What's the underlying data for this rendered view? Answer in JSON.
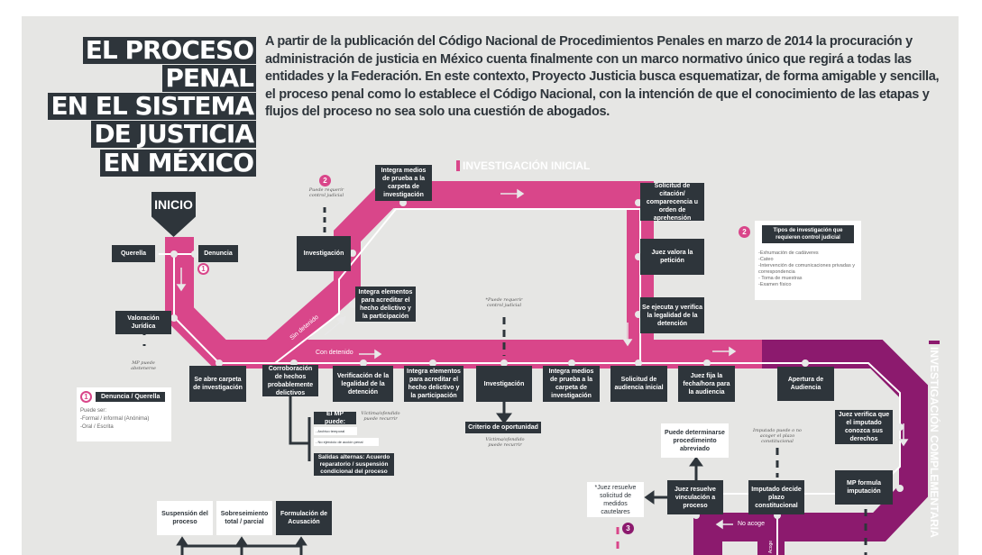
{
  "title_lines": [
    "EL PROCESO",
    "PENAL",
    "EN EL SISTEMA",
    "DE JUSTICIA",
    "EN MÉXICO"
  ],
  "intro": "A partir de la publicación del Código Nacional de Procedimientos Penales en marzo de 2014  la procuración y administración de justicia en México cuenta finalmente con un marco normativo único que regirá a todas las entidades y la Federación. En este contexto, Proyecto Justicia busca esquematizar, de forma amigable y sencilla, el proceso penal como lo establece el Código Nacional, con la intención de que el conocimiento de las etapas y flujos del proceso no sea solo una cuestión de abogados.",
  "stages": {
    "inicial": "INVESTIGACIÓN INICIAL",
    "complementaria": "INVESTIGACIÓN COMPLEMENTARIA"
  },
  "colors": {
    "pink": "#d9468a",
    "purple": "#8c1a6e",
    "dark": "#2e353b",
    "bg": "#e6e6e4"
  },
  "nodes": {
    "inicio": "INICIO",
    "querella": "Querella",
    "denuncia": "Denuncia",
    "valoracion": "Valoración Jurídica",
    "investigacion_top": "Investigación",
    "integra_medios_top": "Integra medios de prueba a la carpeta de investigación",
    "integra_elementos_top": "Integra elementos para acreditar el hecho delictivo y la participación",
    "solicitud_citacion": "Solicitud de citación/ comparecencia u orden de aprehensión",
    "juez_valora": "Juez valora la petición",
    "se_ejecuta": "Se ejecuta y verifica la legalidad de la detención",
    "se_abre": "Se abre carpeta de investigación",
    "corroboracion": "Corroboración de hechos probablemente delictivos",
    "verificacion": "Verificación de la legalidad de la detención",
    "integra_elementos": "Integra elementos para acreditar el hecho delictivo y la participación",
    "investigacion": "Investigación",
    "integra_medios": "Integra medios de prueba a la carpeta de investigación",
    "solicitud_audiencia": "Solicitud de audiencia inicial",
    "juez_fija": "Juez fija la fecha/hora para la audiencia",
    "apertura": "Apertura de Audiencia",
    "juez_verifica": "Juez verifica que el imputado conozca sus derechos",
    "mp_formula": "MP formula imputación",
    "imputado_decide": "Imputado decide plazo constitucional",
    "juez_resuelve": "Juez resuelve vinculación a proceso",
    "abreviado": "Puede determinarse procedimeinto abreviado",
    "cautelares": "*Juez resuelve solicitud de medidos cautelares",
    "criterio": "Criterio de oportunidad",
    "mp_puede": "El MP puede:",
    "archivo": "- Archivo temporal",
    "no_ejercicio": "- No ejercicio de acción penal",
    "salidas": "Salidas alternas: Acuerdo reparatorio / suspensión condicional del proceso",
    "suspension": "Suspensión del proceso",
    "sobreseimiento": "Sobreseimiento total / parcial",
    "formulacion": "Formulación de Acusación"
  },
  "labels": {
    "sin_detenido": "Sin detenido",
    "con_detenido": "Con detenido",
    "no_acoge": "No acoge",
    "acoge": "Acoge"
  },
  "notes": {
    "control1": "Puede requerir control judicial",
    "abstenerse": "MP puede abstenerse",
    "control2": "*Puede requerir control judicial",
    "victima1": "Víctima/ofendido puede recurrir",
    "victima2": "Víctima/ofendido puede recurrir",
    "imputado": "Imputado puede o no acoger el plazo constitucional"
  },
  "badges": [
    "1",
    "2",
    "2",
    "3"
  ],
  "legend1": {
    "num": "1",
    "title": "Denuncia / Querella",
    "items": [
      "Puede ser:",
      "-Formal / informal (Anónima)",
      "-Oral / Escrita"
    ]
  },
  "legend2": {
    "num": "2",
    "title": "Tipos de investigación que requieren control judicial",
    "items": [
      "-Exhumación de cadáveres",
      "-Cateo",
      "-Intervención de comunicaciones privadas y correspondencia",
      "- Toma de muestras",
      "-Examen físico"
    ]
  }
}
